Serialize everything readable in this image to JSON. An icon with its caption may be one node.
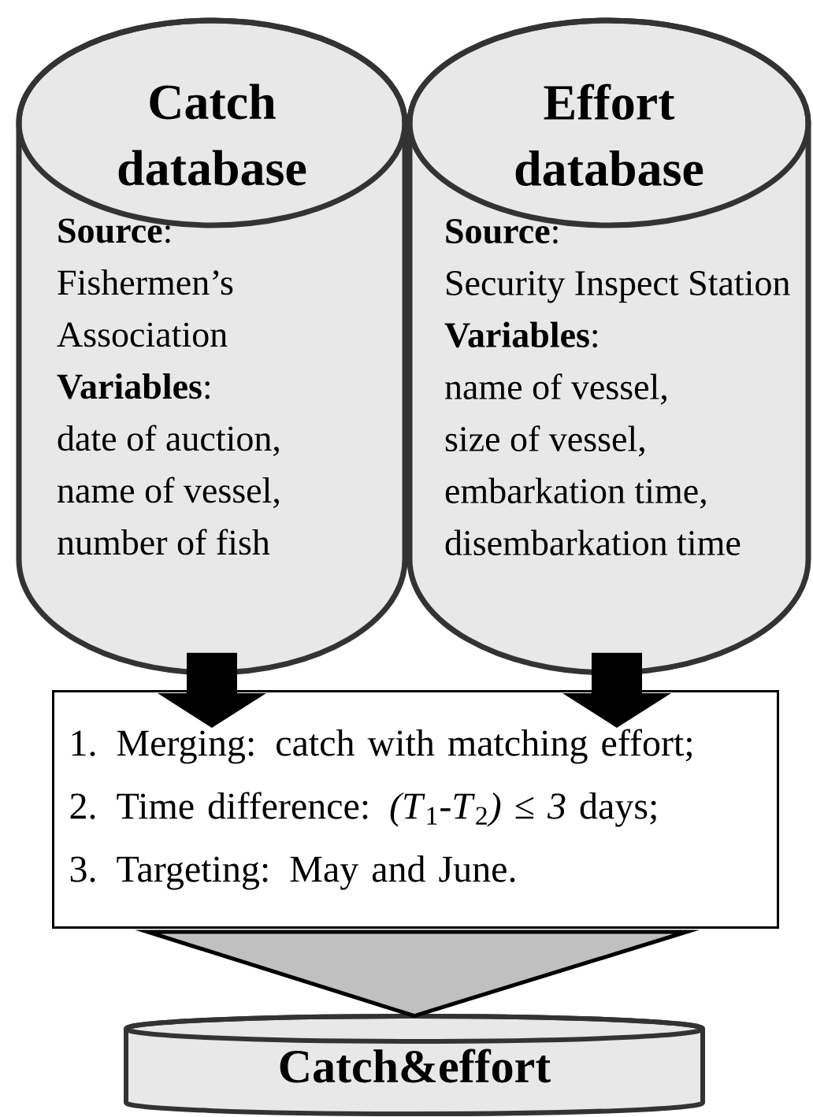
{
  "diagram": {
    "nodes": [
      {
        "text": [
          "Catch database",
          "**Source**:",
          "Fishermen’s Association",
          "**Variables**:",
          "date of auction,",
          "name of vessel,",
          "number of fish"
        ]
      },
      {
        "text": [
          "Effort database",
          "**Source**:",
          "Security Inspect Station",
          "**Variables**:",
          "name of vessel,",
          "size of vessel,",
          "embarkation time,",
          "disembarkation time"
        ]
      },
      {
        "text": [
          "1. Merging: catch with matching effort;",
          "2. Time difference: *(T*$_{1}$*-T*$_{2}$*)* ≤ *3* days;",
          "3. Targeting: May and June."
        ]
      },
      {
        "text": [
          "Catch&effort"
        ]
      }
    ],
    "edges": [
      {
        "from": 0,
        "to": 2,
        "arrow": "to"
      },
      {
        "from": 1,
        "to": 2,
        "arrow": "to"
      },
      {
        "from": 2,
        "to": 3,
        "arrow": "to",
        "color": "#c0c0c0"
      }
    ]
  }
}
